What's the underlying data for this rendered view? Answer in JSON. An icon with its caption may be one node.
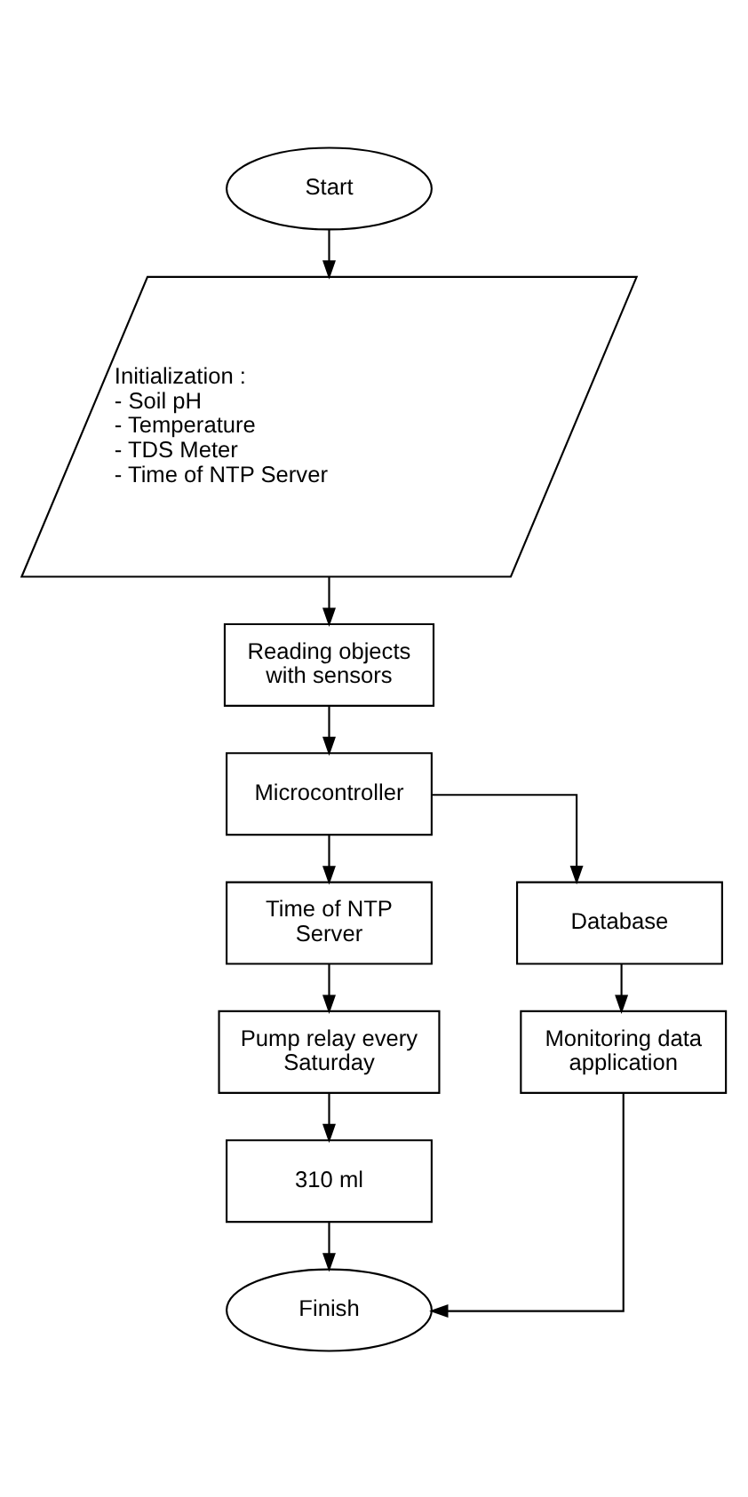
{
  "diagram": {
    "nodes": [
      {
        "text": [
          "Start"
        ]
      },
      {
        "text": [
          "Initialization : - Soil pH - Temperature - TDS Meter - Time of NTP Server"
        ]
      },
      {
        "text": [
          "Reading objects with sensors"
        ]
      },
      {
        "text": [
          "Microcontroller"
        ]
      },
      {
        "text": [
          "Time of NTP Server"
        ]
      },
      {
        "text": [
          "Pump relay every Saturday"
        ]
      },
      {
        "text": [
          "310 ml"
        ]
      },
      {
        "text": [
          "Database"
        ]
      },
      {
        "text": [
          "Monitoring data application"
        ]
      },
      {
        "text": [
          "Finish"
        ]
      }
    ],
    "edges": [
      {
        "from": 0,
        "to": 1,
        "arrow": "to"
      },
      {
        "from": 1,
        "to": 2,
        "arrow": "to"
      },
      {
        "from": 2,
        "to": 3,
        "arrow": "to"
      },
      {
        "from": 3,
        "to": 4,
        "arrow": "to"
      },
      {
        "from": 4,
        "to": 5,
        "arrow": "to"
      },
      {
        "from": 5,
        "to": 6,
        "arrow": "to"
      },
      {
        "from": 6,
        "to": 9,
        "arrow": "to"
      },
      {
        "from": 3,
        "to": 7,
        "arrow": "to"
      },
      {
        "from": 7,
        "to": 8,
        "arrow": "to"
      },
      {
        "from": 8,
        "to": 9,
        "arrow": "to"
      }
    ]
  }
}
